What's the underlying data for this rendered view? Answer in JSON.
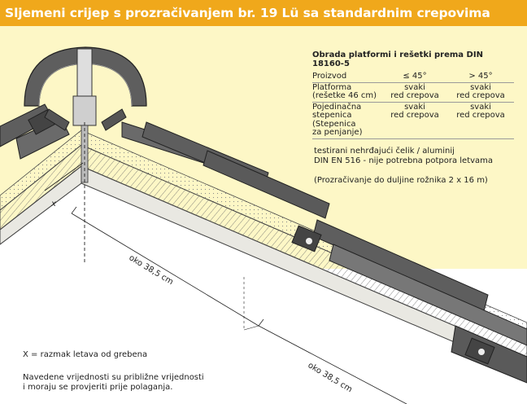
{
  "title": "Sljemeni crijep s prozračivanjem br. 19 Lü sa standardnim crepovima",
  "table": {
    "title": "Obrada platformi i rešetki prema DIN 18160-5",
    "header": [
      "Proizvod",
      "≤ 45°",
      "> 45°"
    ],
    "rows": [
      [
        "Platforma\n(rešetke 46 cm)",
        "svaki\nred crepova",
        "svaki\nred crepova"
      ],
      [
        "Pojedinačna\nstepenica\n(Stepenica\nza penjanje)",
        "svaki\nred crepova",
        "svaki\nred crepova"
      ]
    ]
  },
  "material_text": "testirani nehrđajući čelik / aluminij\nDIN EN 516 - nije potrebna potpora letvama",
  "ventilation_text": "(Prozračivanje do duljine rožnika 2 x 16 m)",
  "legend_x": "X = razmak letava od grebena",
  "disclaimer": "Navedene vrijednosti su približne vrijednosti\ni moraju se provjeriti prije polaganja.",
  "label_x": "x",
  "dimension_1": "oko 38,5 cm",
  "dimension_2": "oko 38,5 cm",
  "colors": {
    "title_bar": "#f0a81b",
    "background": "#fdf7c6",
    "tile_dark": "#5e5e5e",
    "roof_board": "#e9e8e2"
  }
}
